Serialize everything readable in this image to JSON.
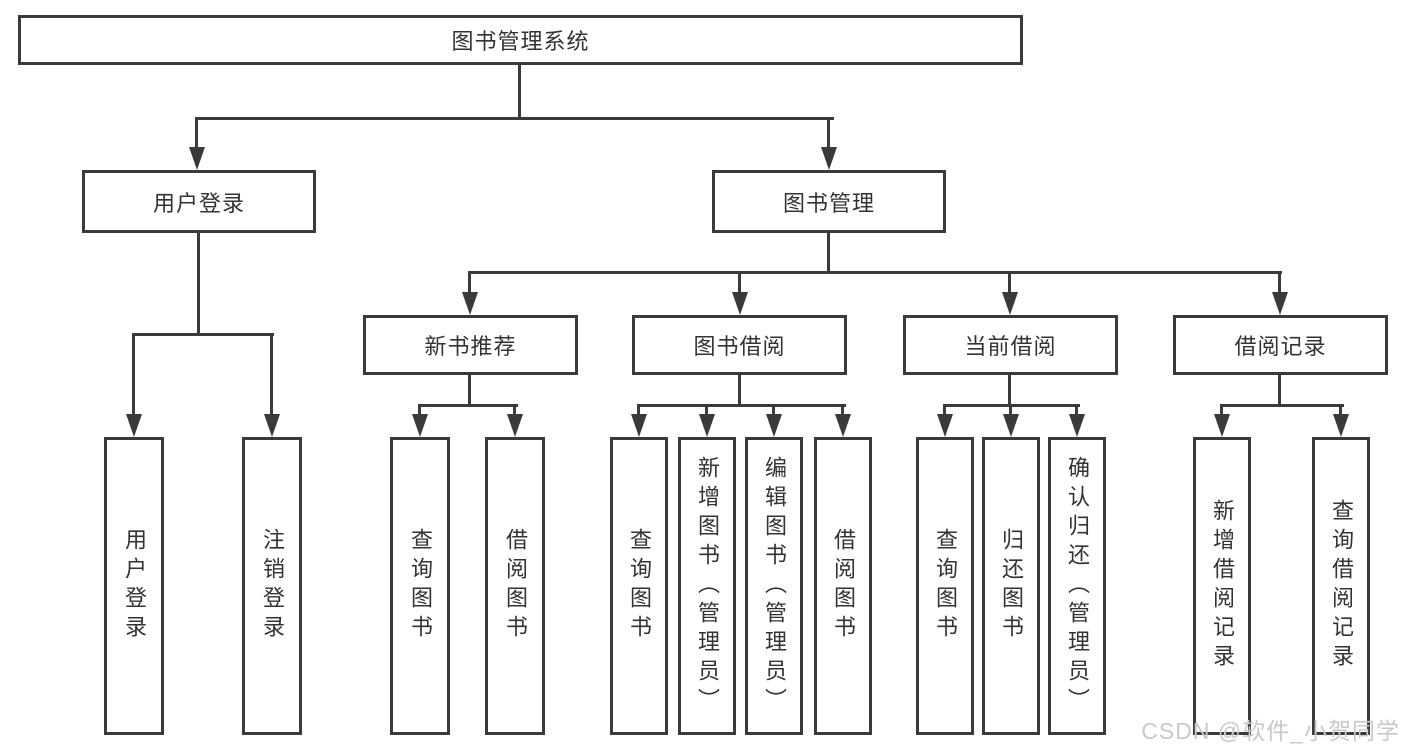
{
  "root": {
    "label": "图书管理系统"
  },
  "level2": [
    {
      "label": "用户登录"
    },
    {
      "label": "图书管理"
    }
  ],
  "level3": [
    {
      "label": "新书推荐"
    },
    {
      "label": "图书借阅"
    },
    {
      "label": "当前借阅"
    },
    {
      "label": "借阅记录"
    }
  ],
  "leaves": {
    "user_login": [
      {
        "label": "用户登录"
      },
      {
        "label": "注销登录"
      }
    ],
    "new_books": [
      {
        "label": "查询图书"
      },
      {
        "label": "借阅图书"
      }
    ],
    "book_borrow": [
      {
        "label": "查询图书"
      },
      {
        "label": "新增图书（管理员）"
      },
      {
        "label": "编辑图书（管理员）"
      },
      {
        "label": "借阅图书"
      }
    ],
    "current_borrow": [
      {
        "label": "查询图书"
      },
      {
        "label": "归还图书"
      },
      {
        "label": "确认归还（管理员）"
      }
    ],
    "borrow_records": [
      {
        "label": "新增借阅记录"
      },
      {
        "label": "查询借阅记录"
      }
    ]
  },
  "watermark": {
    "text": "CSDN @软件_小贺同学"
  },
  "colors": {
    "line": "#3a3a3a",
    "text": "#333333",
    "watermark": "#c9c9c9",
    "background": "#ffffff"
  }
}
